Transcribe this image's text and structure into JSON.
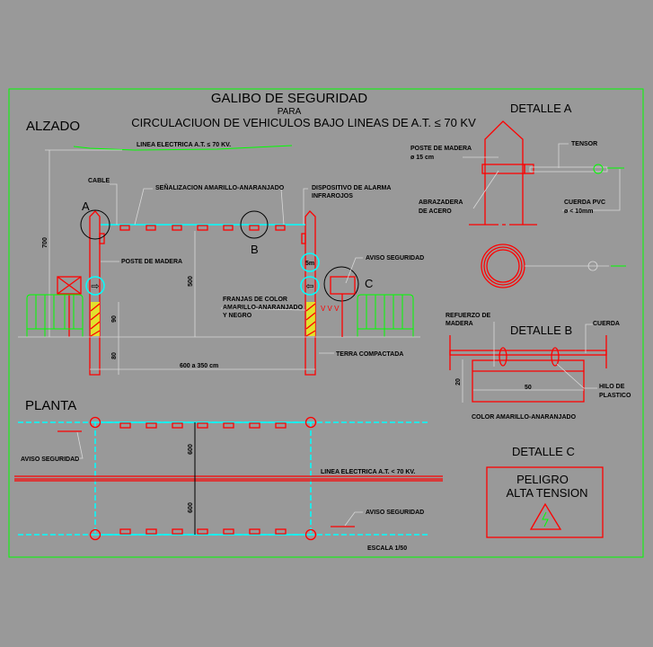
{
  "title": {
    "line1": "GALIBO DE SEGURIDAD",
    "line2": "PARA",
    "line3": "CIRCULACIUON DE VEHICULOS BAJO LINEAS DE A.T. ≤ 70 KV"
  },
  "alzado": {
    "heading": "ALZADO",
    "linea": "LINEA ELECTRICA A.T. ≤ 70 KV.",
    "cable": "CABLE",
    "senalizacion": "SEÑALIZACION AMARILLO-ANARANJADO",
    "dispositivo1": "DISPOSITIVO DE ALARMA",
    "dispositivo2": "INFRAROJOS",
    "poste": "POSTE DE MADERA",
    "aviso": "AVISO SEGURIDAD",
    "franjas1": "FRANJAS DE COLOR",
    "franjas2": "AMARILLO-ANARANJADO",
    "franjas3": "Y NEGRO",
    "terra": "TERRA COMPACTADA",
    "span": "600 a 350 cm",
    "dim_700": "700",
    "dim_500": "500",
    "dim_90": "90",
    "dim_80": "80",
    "label_a": "A",
    "label_b": "B",
    "label_c": "C",
    "sign_5m": "5m"
  },
  "detalle_a": {
    "heading": "DETALLE A",
    "tensor": "TENSOR",
    "poste1": "POSTE DE MADERA",
    "poste2": "ø 15 cm",
    "abrazadera1": "ABRAZADERA",
    "abrazadera2": "DE ACERO",
    "cuerda1": "CUERDA PVC",
    "cuerda2": "ø < 10mm"
  },
  "detalle_b": {
    "heading": "DETALLE B",
    "refuerzo1": "REFUERZO DE",
    "refuerzo2": "MADERA",
    "cuerda": "CUERDA",
    "hilo1": "HILO DE",
    "hilo2": "PLASTICO",
    "dim_50": "50",
    "dim_20": "20",
    "color": "COLOR AMARILLO-ANARANJADO"
  },
  "detalle_c": {
    "heading": "DETALLE C",
    "sign1": "PELIGRO",
    "sign2": "ALTA TENSION"
  },
  "planta": {
    "heading": "PLANTA",
    "aviso_left": "AVISO SEGURIDAD",
    "aviso_right": "AVISO SEGURIDAD",
    "linea": "LINEA ELECTRICA A.T. < 70 KV.",
    "dim_top": "600",
    "dim_bottom": "600",
    "escala": "ESCALA 1/50"
  },
  "colors": {
    "background": "#999999",
    "frame": "#00ff00",
    "structure": "#ff0000",
    "cable": "#00ffff"
  }
}
